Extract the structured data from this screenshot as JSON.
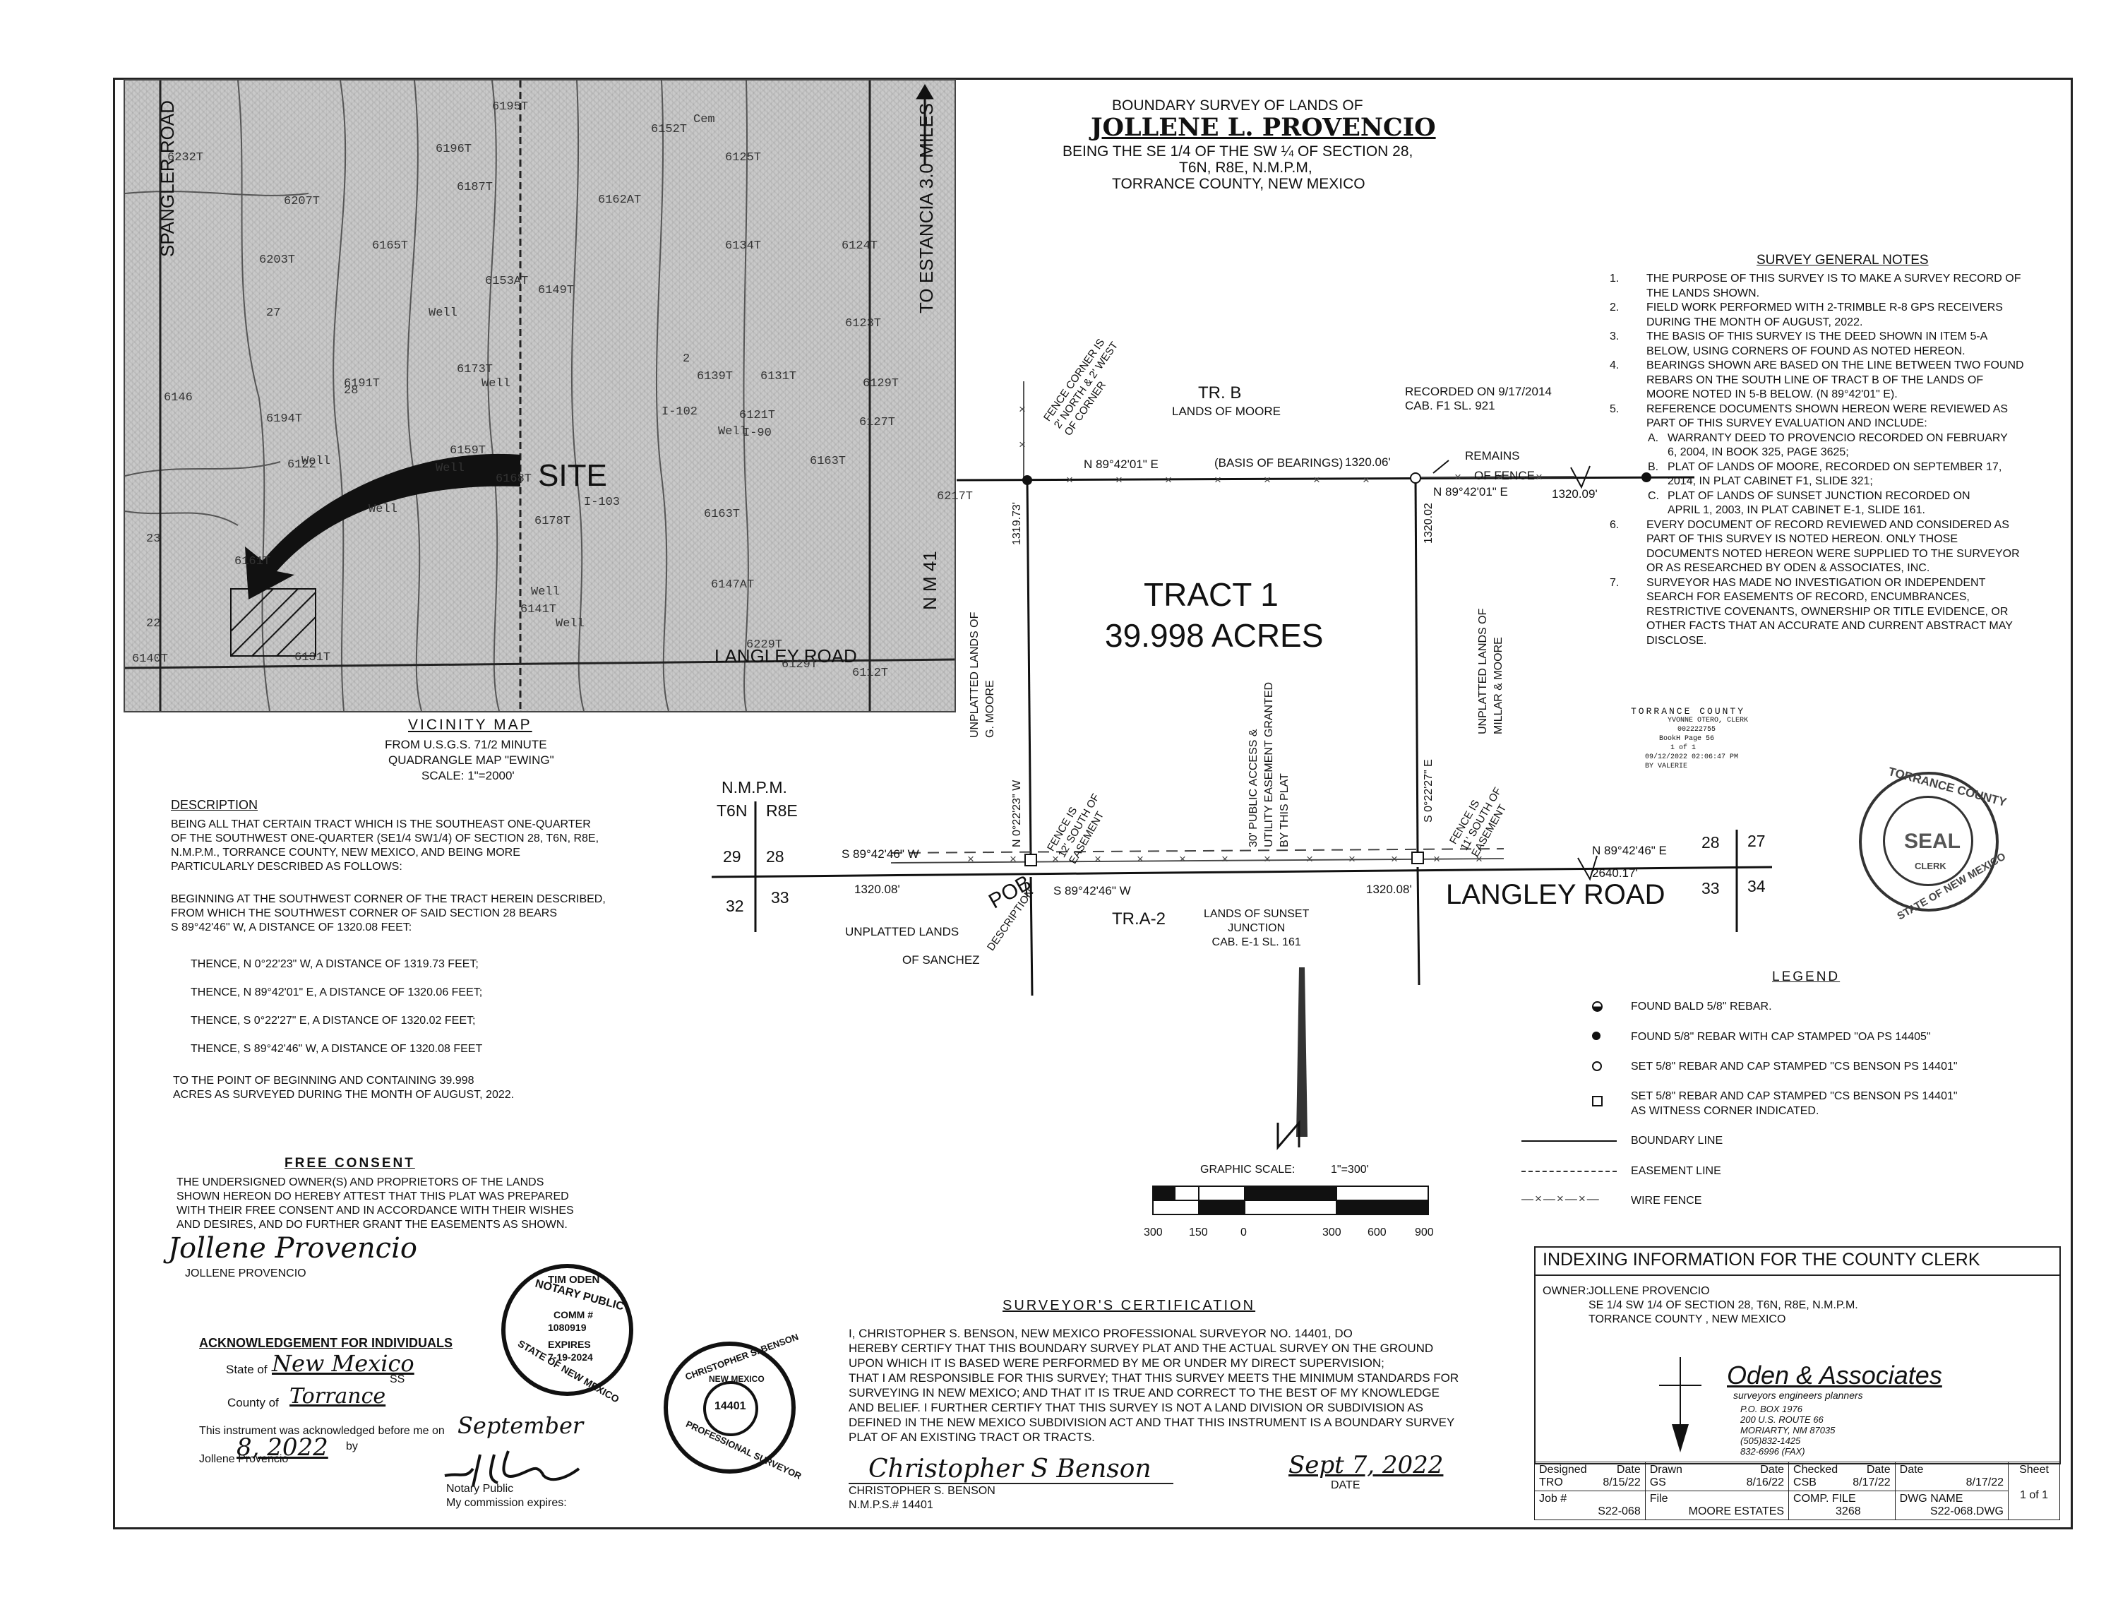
{
  "title": {
    "line1": "BOUNDARY SURVEY OF LANDS OF",
    "line2": "JOLLENE L. PROVENCIO",
    "line3": "BEING THE SE 1/4 OF THE SW ¼ OF SECTION 28,",
    "line4": "T6N, R8E, N.M.P.M,",
    "line5": "TORRANCE COUNTY, NEW MEXICO"
  },
  "map": {
    "labels": {
      "spangler": "SPANGLER  ROAD",
      "estancia": "TO ESTANCIA  3.0 MILES",
      "site": "SITE",
      "langley": "LANGLEY ROAD",
      "nm41": "N M 41",
      "cem": "Cem"
    },
    "elevations": [
      "6195T",
      "6196T",
      "6152T",
      "6125T",
      "6232T",
      "6207T",
      "6203T",
      "6187T",
      "6162AT",
      "6134T",
      "6124T",
      "6165T",
      "6153AT",
      "6149T",
      "6123T",
      "6131T",
      "6139T",
      "6129T",
      "6173T",
      "6191T",
      "6194T",
      "6159T",
      "6168T",
      "6121T",
      "6127T",
      "6178T",
      "6163T",
      "6161T",
      "6163T",
      "6147AT",
      "6140T",
      "6131T",
      "6141T",
      "6129T",
      "6112T",
      "6229T",
      "6217T",
      "6146",
      "6122",
      "I-103",
      "I-102",
      "23",
      "22",
      "27",
      "28",
      "Well",
      "Well",
      "Well",
      "Well",
      "Well",
      "Well",
      "Well",
      "Well",
      "2",
      "I-90"
    ]
  },
  "vicinity": {
    "heading": "VICINITY MAP",
    "line1": "FROM U.S.G.S. 71/2 MINUTE",
    "line2": "QUADRANGLE MAP \"EWING\"",
    "line3": "SCALE: 1\"=2000'"
  },
  "description": {
    "heading": "DESCRIPTION",
    "p1": [
      "BEING ALL THAT CERTAIN TRACT WHICH IS THE SOUTHEAST ONE-QUARTER",
      "OF THE SOUTHWEST ONE-QUARTER (SE1/4 SW1/4) OF SECTION 28, T6N, R8E,",
      "N.M.P.M., TORRANCE COUNTY, NEW MEXICO, AND BEING MORE",
      "PARTICULARLY DESCRIBED AS FOLLOWS:"
    ],
    "p2": [
      "BEGINNING AT THE SOUTHWEST CORNER OF THE TRACT HEREIN DESCRIBED,",
      "FROM WHICH THE SOUTHWEST CORNER OF SAID SECTION 28 BEARS",
      "S 89°42'46\" W, A DISTANCE OF 1320.08 FEET:"
    ],
    "c1": "THENCE, N 0°22'23\" W, A DISTANCE OF 1319.73 FEET;",
    "c2": "THENCE, N 89°42'01\" E, A DISTANCE OF 1320.06 FEET;",
    "c3": "THENCE, S 0°22'27\" E, A DISTANCE OF 1320.02 FEET;",
    "c4": "THENCE, S 89°42'46\" W, A DISTANCE OF 1320.08 FEET",
    "end1": "TO THE POINT OF BEGINNING AND CONTAINING 39.998",
    "end2": "ACRES AS SURVEYED DURING THE MONTH OF AUGUST, 2022."
  },
  "consent": {
    "heading": "FREE CONSENT",
    "lines": [
      "THE UNDERSIGNED OWNER(S) AND PROPRIETORS OF THE LANDS",
      "SHOWN HEREON DO HEREBY ATTEST THAT THIS PLAT WAS PREPARED",
      "WITH THEIR FREE CONSENT AND IN ACCORDANCE WITH THEIR WISHES",
      "AND DESIRES, AND DO FURTHER GRANT THE EASEMENTS AS SHOWN."
    ],
    "signature": "Jollene Provencio",
    "signer": "JOLLENE PROVENCIO"
  },
  "acknowledgement": {
    "heading": "ACKNOWLEDGEMENT FOR INDIVIDUALS",
    "state_label": "State of",
    "state_value": "New Mexico",
    "ss": "SS",
    "county_label": "County of",
    "county_value": "Torrance",
    "line1": "This instrument was acknowledged before me on",
    "date_hw1": "September",
    "date_hw2": "8, 2022",
    "by": "by",
    "name": "Jollene Provencio",
    "notary": "Notary Public",
    "expires": "My commission expires:"
  },
  "notary_seal": {
    "l1": "TIM ODEN",
    "l2": "NOTARY PUBLIC",
    "l3": "COMM #",
    "l4": "1080919",
    "l5": "EXPIRES",
    "l6": "7-19-2024",
    "l7": "STATE OF NEW MEXICO"
  },
  "surveyor_seal": {
    "outer": "CHRISTOPHER S. BENSON",
    "state": "NEW MEXICO",
    "number": "14401",
    "bottom": "PROFESSIONAL SURVEYOR"
  },
  "certification": {
    "heading": "SURVEYOR'S CERTIFICATION",
    "lines": [
      "I, CHRISTOPHER S. BENSON, NEW MEXICO PROFESSIONAL SURVEYOR NO. 14401, DO",
      "HEREBY CERTIFY THAT THIS BOUNDARY SURVEY PLAT AND THE ACTUAL SURVEY ON THE GROUND",
      "UPON WHICH IT IS BASED WERE PERFORMED BY ME OR UNDER MY DIRECT SUPERVISION;",
      "THAT I AM RESPONSIBLE FOR THIS SURVEY; THAT THIS SURVEY MEETS THE MINIMUM STANDARDS FOR",
      "SURVEYING IN NEW MEXICO; AND THAT IT IS TRUE AND CORRECT TO THE BEST OF MY KNOWLEDGE",
      "AND BELIEF. I FURTHER CERTIFY THAT THIS SURVEY IS NOT A LAND DIVISION OR SUBDIVISION AS",
      "DEFINED IN THE NEW MEXICO SUBDIVISION ACT AND THAT THIS INSTRUMENT IS A BOUNDARY SURVEY",
      "PLAT OF AN EXISTING TRACT OR TRACTS."
    ],
    "signature": "Christopher S Benson",
    "date_hw": "Sept 7, 2022",
    "name": "CHRISTOPHER S. BENSON",
    "nmps": "N.M.P.S.# 14401",
    "date_label": "DATE"
  },
  "notes": {
    "heading": "SURVEY GENERAL NOTES",
    "items": [
      {
        "n": "1.",
        "lines": [
          "THE PURPOSE OF THIS SURVEY IS TO MAKE A SURVEY RECORD OF",
          "THE LANDS SHOWN."
        ]
      },
      {
        "n": "2.",
        "lines": [
          "FIELD WORK PERFORMED WITH 2-TRIMBLE R-8 GPS RECEIVERS",
          "DURING THE MONTH OF AUGUST, 2022."
        ]
      },
      {
        "n": "3.",
        "lines": [
          "THE BASIS OF THIS SURVEY IS THE DEED SHOWN IN ITEM 5-A",
          "BELOW, USING CORNERS OF FOUND AS NOTED HEREON."
        ]
      },
      {
        "n": "4.",
        "lines": [
          "BEARINGS SHOWN ARE BASED ON THE LINE BETWEEN TWO FOUND",
          "REBARS ON THE SOUTH LINE OF TRACT B OF THE LANDS OF",
          "MOORE NOTED IN 5-B BELOW. (N 89°42'01\" E)."
        ]
      },
      {
        "n": "5.",
        "lines": [
          "REFERENCE DOCUMENTS SHOWN HEREON WERE REVIEWED AS",
          "PART OF THIS SURVEY EVALUATION AND INCLUDE:"
        ]
      },
      {
        "n": "A.",
        "sub": true,
        "lines": [
          "WARRANTY DEED TO PROVENCIO RECORDED ON FEBRUARY",
          "6, 2004, IN BOOK 325, PAGE 3625;"
        ]
      },
      {
        "n": "B.",
        "sub": true,
        "lines": [
          "PLAT OF LANDS OF MOORE, RECORDED ON SEPTEMBER 17,",
          "2014, IN PLAT CABINET F1, SLIDE 321;"
        ]
      },
      {
        "n": "C.",
        "sub": true,
        "lines": [
          "PLAT OF LANDS OF SUNSET JUNCTION RECORDED ON",
          "APRIL 1, 2003, IN PLAT CABINET E-1, SLIDE 161."
        ]
      },
      {
        "n": "6.",
        "lines": [
          "EVERY DOCUMENT OF RECORD REVIEWED AND CONSIDERED AS",
          "PART OF THIS SURVEY IS NOTED HEREON. ONLY THOSE",
          "DOCUMENTS NOTED HEREON WERE SUPPLIED TO THE SURVEYOR",
          "OR AS RESEARCHED BY ODEN & ASSOCIATES, INC."
        ]
      },
      {
        "n": "7.",
        "lines": [
          "SURVEYOR HAS MADE NO INVESTIGATION OR INDEPENDENT",
          "SEARCH FOR EASEMENTS OF RECORD, ENCUMBRANCES,",
          "RESTRICTIVE COVENANTS, OWNERSHIP OR TITLE EVIDENCE, OR",
          "OTHER FACTS THAT AN ACCURATE AND CURRENT ABSTRACT MAY",
          "DISCLOSE."
        ]
      }
    ]
  },
  "recording_stamp": {
    "l1": "TORRANCE COUNTY",
    "l2": "YVONNE OTERO, CLERK",
    "l3": "002222755",
    "l4": "BookH   Page   56",
    "l5": "1 of   1",
    "l6": "09/12/2022 02:06:47 PM",
    "l7": "BY      VALERIE"
  },
  "county_seal": {
    "top": "TORRANCE COUNTY",
    "center": "SEAL",
    "bottom": "STATE OF NEW MEXICO",
    "clerk": "CLERK"
  },
  "plat": {
    "tract": "TRACT    1",
    "acres": "39.998   ACRES",
    "trb": "TR. B",
    "lands_moore": "LANDS OF MOORE",
    "recorded": "RECORDED  ON  9/17/2014",
    "cab": "CAB. F1         SL. 921",
    "fence_corner": [
      "FENCE CORNER IS",
      "2' NORTH & 2' WEST",
      "OF CORNER"
    ],
    "north_bearing": "N 89°42'01\" E",
    "basis": "(BASIS OF BEARINGS)",
    "north_dist": "1320.06'",
    "remains": "REMAINS",
    "of_fence": "OF FENCE",
    "ne_bearing": "N 89°42'01\" E",
    "ne_dist": "1320.09'",
    "west_dist": "1319.73'",
    "east_dist": "1320.02",
    "west_bearing": "N 0°22'23\" W",
    "east_bearing": "S 0°22'27\" E",
    "unplatted_moore": [
      "UNPLATTED  LANDS  OF",
      "G. MOORE"
    ],
    "unplatted_millar": [
      "UNPLATTED  LANDS  OF",
      "MILLAR & MOORE"
    ],
    "easement": [
      "30' PUBLIC ACCESS &",
      "UTILITY EASEMENT GRANTED",
      "BY THIS PLAT"
    ],
    "fence12": [
      "FENCE IS",
      "12' SOUTH OF",
      "EASEMENT"
    ],
    "fence11": [
      "FENCE IS",
      "11' SOUTH OF",
      "EASEMENT"
    ],
    "nmpm": "N.M.P.M.",
    "t6n": "T6N",
    "r8e": "R8E",
    "s29": "29",
    "s28": "28",
    "s32": "32",
    "s33": "33",
    "s28b": "28",
    "s27": "27",
    "s33b": "33",
    "s34": "34",
    "sw_bearing": "S 89°42'46\" W",
    "sw_dist": "1320.08'",
    "s_bearing": "S 89°42'46\" W",
    "s_dist": "1320.08'",
    "se_bearing": "N 89°42'46\" E",
    "se_dist": "2640.17'",
    "langley": "LANGLEY ROAD",
    "pob": "POB",
    "desc": "DESCRIPTION",
    "unplatted_sanchez1": "UNPLATTED  LANDS",
    "unplatted_sanchez2": "OF  SANCHEZ",
    "tra2": "TR.A-2",
    "sunset": [
      "LANDS OF SUNSET",
      "JUNCTION",
      "CAB. E-1   SL. 161"
    ],
    "north_n": "N"
  },
  "scale": {
    "label": "GRAPHIC SCALE:",
    "value": "1\"=300'",
    "ticks": [
      "300",
      "150",
      "0",
      "300",
      "600",
      "900"
    ]
  },
  "legend": {
    "heading": "LEGEND",
    "items": [
      {
        "sym": "half",
        "text": [
          "FOUND BALD 5/8\" REBAR."
        ]
      },
      {
        "sym": "dot",
        "text": [
          "FOUND 5/8\" REBAR WITH CAP STAMPED \"OA PS 14405\""
        ]
      },
      {
        "sym": "circle",
        "text": [
          "SET 5/8\" REBAR AND CAP STAMPED \"CS BENSON PS 14401\""
        ]
      },
      {
        "sym": "boxx",
        "text": [
          "SET 5/8\" REBAR AND CAP STAMPED \"CS BENSON PS 14401\"",
          "AS WITNESS CORNER INDICATED."
        ]
      },
      {
        "sym": "line",
        "text": [
          "BOUNDARY LINE"
        ]
      },
      {
        "sym": "dash",
        "text": [
          "EASEMENT LINE"
        ]
      },
      {
        "sym": "fence",
        "text": [
          "WIRE FENCE"
        ]
      }
    ]
  },
  "indexing": {
    "heading": "INDEXING INFORMATION FOR THE COUNTY CLERK",
    "owner_label": "OWNER:",
    "owner": "JOLLENE PROVENCIO",
    "l2": "SE 1/4 SW 1/4 OF SECTION 28, T6N, R8E, N.M.P.M.",
    "l3": "TORRANCE COUNTY , NEW MEXICO"
  },
  "company": {
    "name": "Oden & Associates",
    "tag": "surveyors    engineers    planners",
    "a1": "P.O. BOX 1976",
    "a2": "200 U.S. ROUTE 66",
    "a3": "MORIARTY, NM 87035",
    "a4": "(505)832-1425",
    "a5": "832-6996 (FAX)"
  },
  "titleblock": {
    "designed_label": "Designed",
    "date_label": "Date",
    "designed": "TRO",
    "designed_date": "8/15/22",
    "drawn_label": "Drawn",
    "drawn": "GS",
    "drawn_date": "8/16/22",
    "checked_label": "Checked",
    "checked": "CSB",
    "checked_date": "8/17/22",
    "date2_label": "Date",
    "date2": "8/17/22",
    "sheet_label": "Sheet",
    "sheet": "1 of 1",
    "job_label": "Job #",
    "job": "S22-068",
    "file_label": "File",
    "file": "MOORE ESTATES",
    "comp_label": "COMP. FILE",
    "comp": "3268",
    "dwg_label": "DWG NAME",
    "dwg": "S22-068.DWG"
  }
}
